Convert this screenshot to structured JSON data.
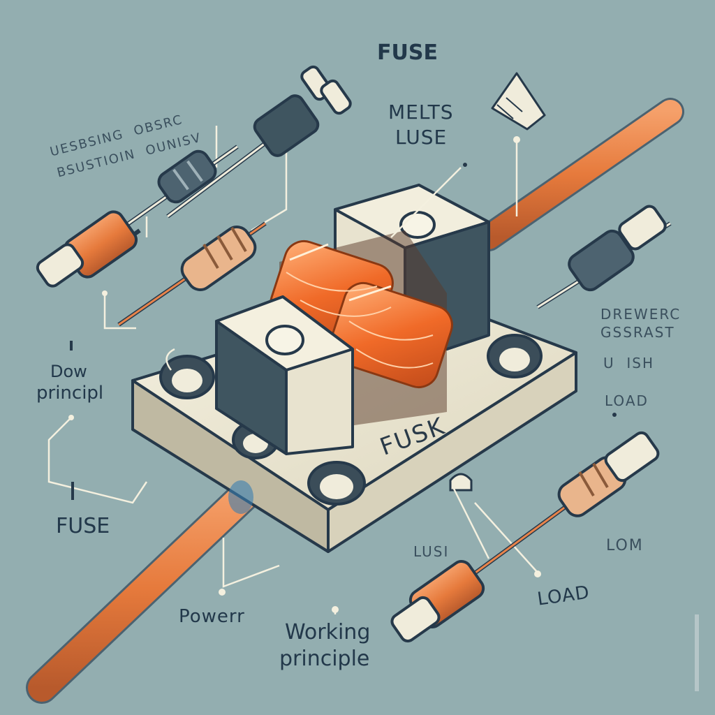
{
  "labels": {
    "title": "FUSE",
    "melts_line1": "MELTS",
    "melts_line2": "LUSE",
    "top_left_line1": "UESBSING  OBSRC",
    "top_left_line2": "BSUSTIOIN  OUNISV",
    "left_principle_line1": "Dow",
    "left_principle_line2": "principl",
    "left_fuse": "FUSE",
    "right_line1": "DREWERC",
    "right_line2": "GSSRAST",
    "right_line3": "U  ISH",
    "right_line4": "LOAD",
    "body_engraving": "FUSK",
    "lust": "LUSI",
    "lom": "LOM",
    "load": "LOAD",
    "power": "Powerr",
    "working_line1": "Working",
    "working_line2": "principle"
  },
  "colors": {
    "background": "#93aeb0",
    "copper": "#e8834a",
    "ink": "#22384a",
    "base": "#ebe6d2",
    "block_dark": "#3f5560"
  }
}
